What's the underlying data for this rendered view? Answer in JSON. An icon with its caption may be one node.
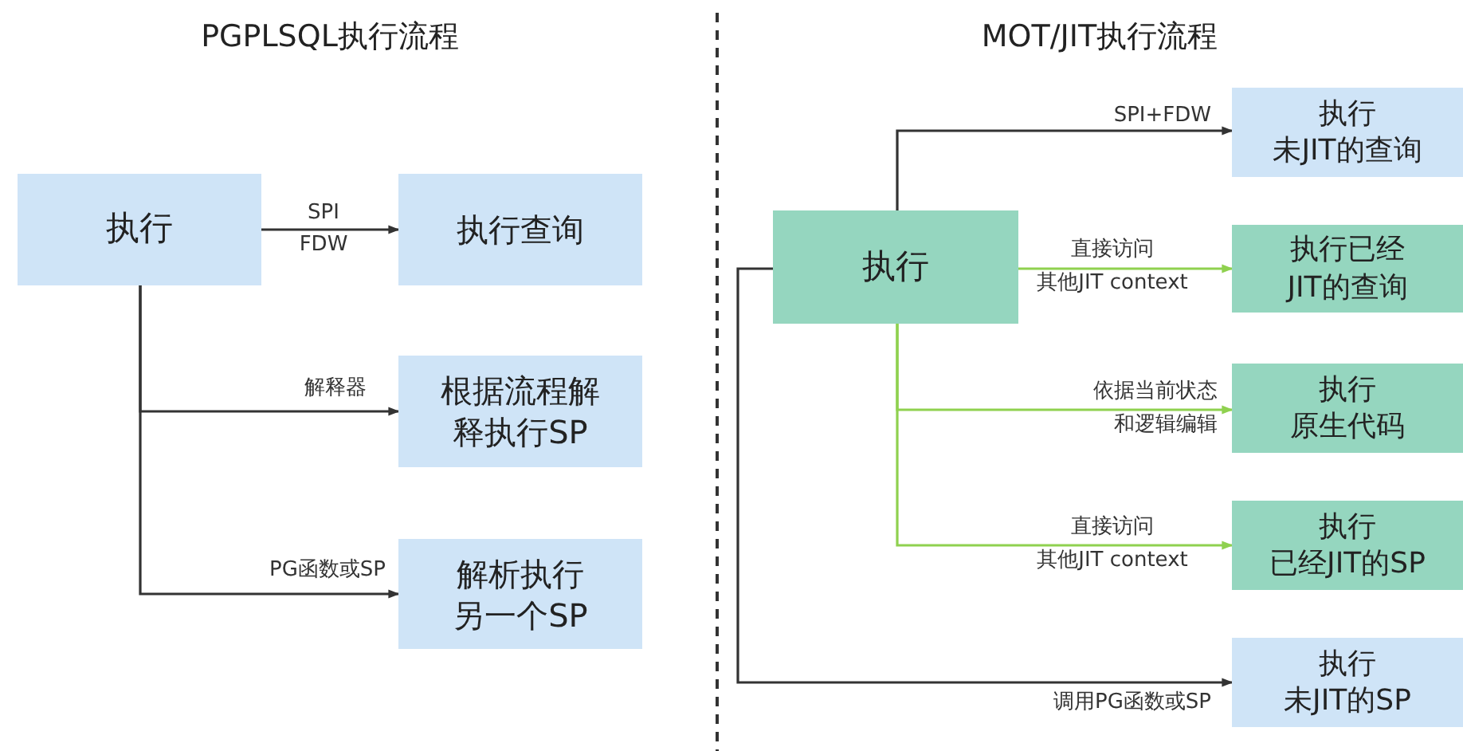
{
  "diagram": {
    "nodes": [
      {
        "text": [
          "执行"
        ]
      },
      {
        "text": [
          "执行查询"
        ]
      },
      {
        "text": [
          "根据流程解释执行SP"
        ]
      },
      {
        "text": [
          "解析执行另一个SP"
        ]
      },
      {
        "text": [
          "执行"
        ]
      },
      {
        "text": [
          "执行未JIT的查询"
        ]
      },
      {
        "text": [
          "执行已经JIT的查询"
        ]
      },
      {
        "text": [
          "执行原生代码"
        ]
      },
      {
        "text": [
          "执行已经JIT的SP"
        ]
      },
      {
        "text": [
          "执行未JIT的SP"
        ]
      }
    ],
    "edges": [
      {
        "from": 0,
        "to": 1,
        "arrow": "to",
        "label": "SPI FDW"
      },
      {
        "from": 0,
        "to": 2,
        "arrow": "to",
        "label": "解释器"
      },
      {
        "from": 0,
        "to": 3,
        "arrow": "to",
        "label": "PG函数或SP"
      },
      {
        "from": 4,
        "to": 5,
        "arrow": "to",
        "label": "SPI+FDW"
      },
      {
        "from": 4,
        "to": 6,
        "arrow": "to",
        "label": "直接访问其他JIT context",
        "color": "#8fd14f"
      },
      {
        "from": 4,
        "to": 7,
        "arrow": "to",
        "label": "依据当前状态和逻辑编辑",
        "color": "#8fd14f"
      },
      {
        "from": 4,
        "to": 8,
        "arrow": "to",
        "label": "直接访问其他JIT context",
        "color": "#8fd14f"
      },
      {
        "from": 4,
        "to": 9,
        "arrow": "to",
        "label": "调用PG函数或SP"
      }
    ],
    "labels": [
      "PGPLSQL执行流程",
      "MOT/JIT执行流程"
    ]
  }
}
